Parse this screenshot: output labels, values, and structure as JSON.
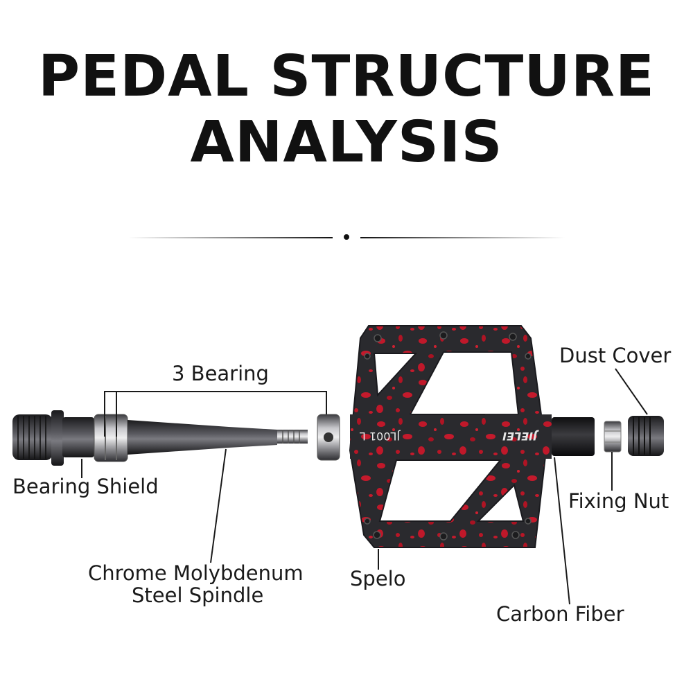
{
  "title": {
    "line1": "PEDAL STRUCTURE",
    "line2": "ANALYSIS"
  },
  "labels": {
    "three_bearing": "3 Bearing",
    "dust_cover": "Dust Cover",
    "bearing_shield": "Bearing Shield",
    "fixing_nut": "Fixing Nut",
    "spindle_line1": "Chrome Molybdenum",
    "spindle_line2": "Steel Spindle",
    "spelo": "Spelo",
    "carbon_fiber": "Carbon Fiber"
  },
  "pedal_markings": {
    "left_mark": "JL001 L",
    "brand_mark": "JIELEI"
  },
  "colors": {
    "pedal_body": "#2a2a2e",
    "pedal_splatter": "#c0182a",
    "metal": "#9a9a9e",
    "text": "#1a1a1a"
  }
}
